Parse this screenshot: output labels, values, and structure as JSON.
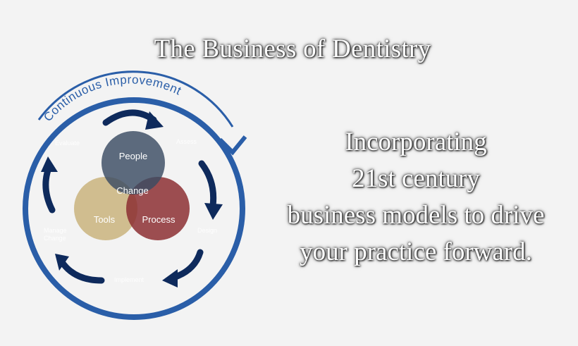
{
  "title": "The Business of Dentistry",
  "tagline": [
    "Incorporating",
    "21st century",
    "business models to drive",
    "your practice forward."
  ],
  "diagram": {
    "ring_label": "Continuous Improvement",
    "steps": {
      "top_right": "Assess",
      "right": "Design",
      "bottom": "Implement",
      "left": "Manage\nChange",
      "top_left": "Evaluate"
    },
    "venn": {
      "people": "People",
      "tools": "Tools",
      "process": "Process",
      "center": "Change"
    },
    "colors": {
      "ring": "#2a5ea8",
      "arrows": "#0e2a5c",
      "people": "#3b4c63",
      "tools": "#cdb887",
      "process": "#8c2f33",
      "background": "#f3f3f3"
    }
  }
}
